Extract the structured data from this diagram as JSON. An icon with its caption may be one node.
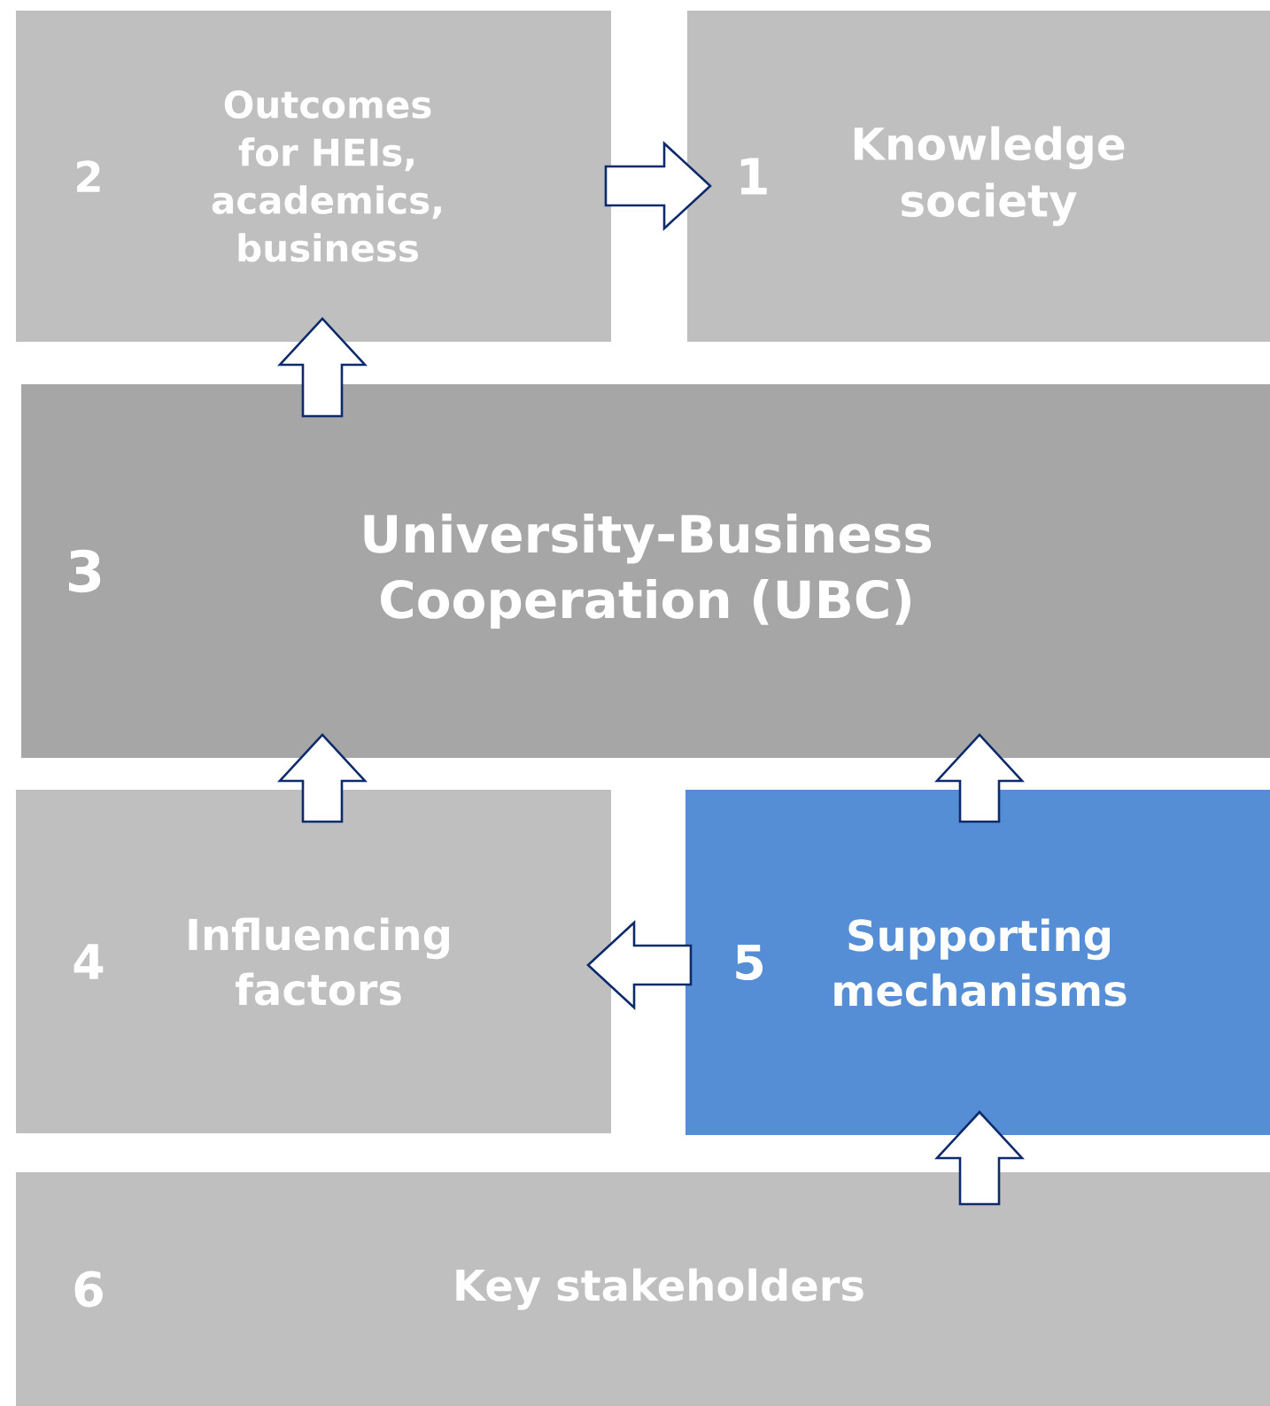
{
  "diagram": {
    "nodes": [
      {
        "text": [
          "2",
          "Outcomes for HEIs, academics, business"
        ]
      },
      {
        "text": [
          "1",
          "Knowledge society"
        ]
      },
      {
        "text": [
          "3",
          "University-Business Cooperation (UBC)"
        ]
      },
      {
        "text": [
          "4",
          "Influencing factors"
        ]
      },
      {
        "text": [
          "5",
          "Supporting mechanisms"
        ]
      },
      {
        "text": [
          "6",
          "Key stakeholders"
        ]
      }
    ],
    "edges": [
      {
        "from": 0,
        "to": 1,
        "arrow": "to"
      },
      {
        "from": 2,
        "to": 0,
        "arrow": "to"
      },
      {
        "from": 3,
        "to": 2,
        "arrow": "to"
      },
      {
        "from": 4,
        "to": 2,
        "arrow": "to"
      },
      {
        "from": 4,
        "to": 3,
        "arrow": "to"
      },
      {
        "from": 5,
        "to": 4,
        "arrow": "to"
      }
    ]
  }
}
